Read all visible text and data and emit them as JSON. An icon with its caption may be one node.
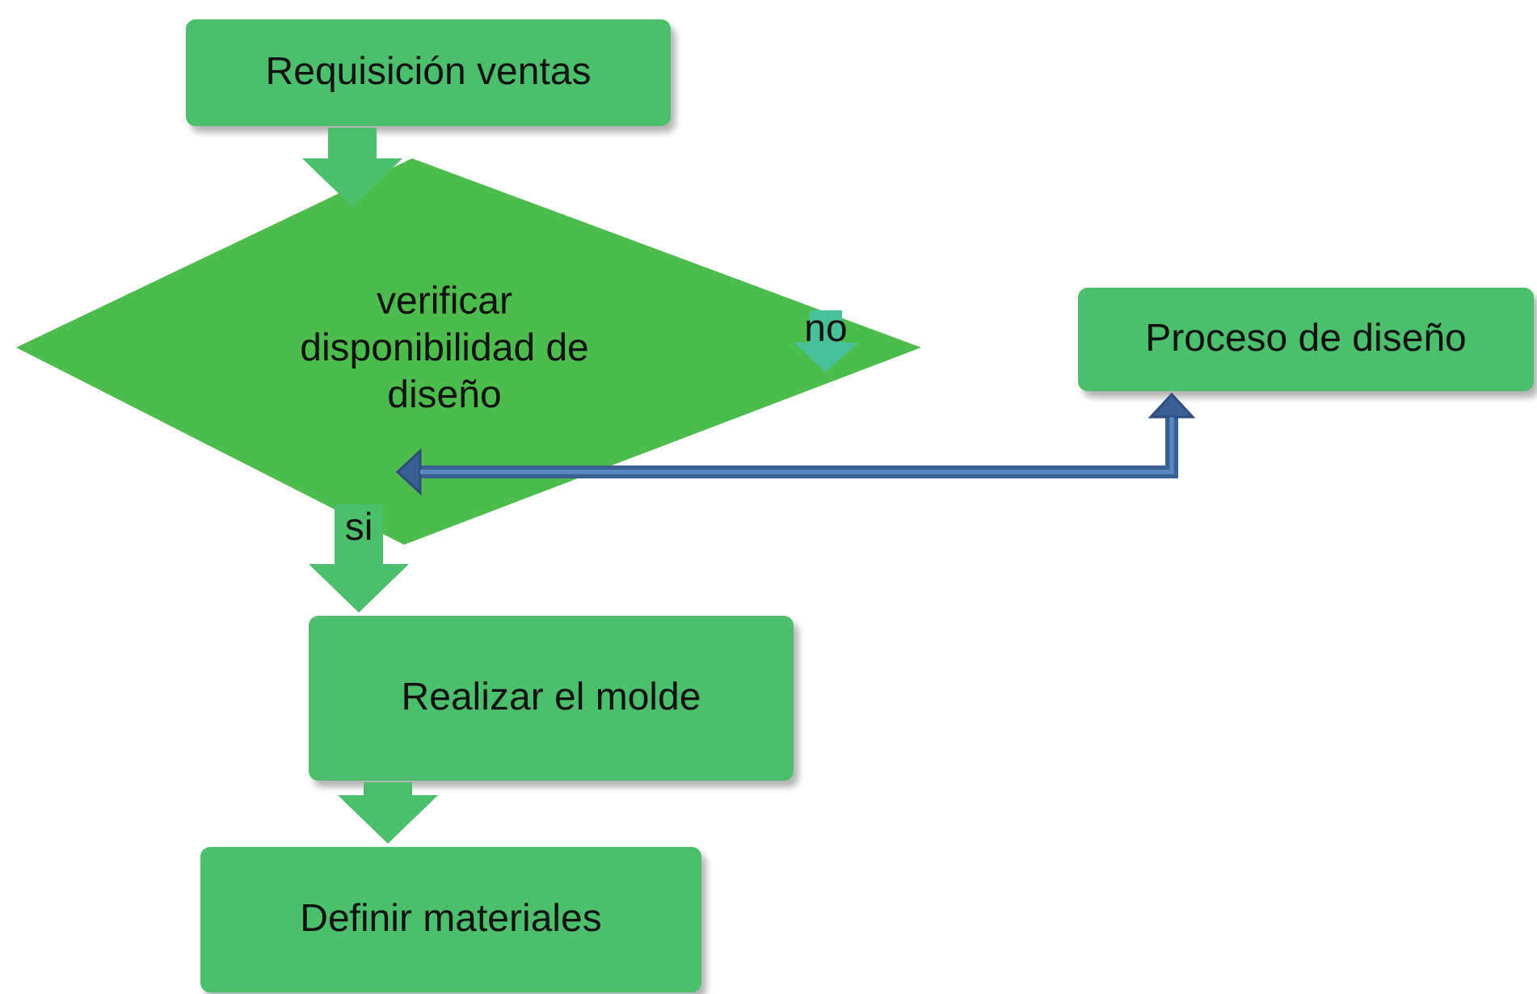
{
  "diagram": {
    "nodes": [
      {
        "text": [
          "Requisición ventas"
        ]
      },
      {
        "text": [
          "verificar disponibilidad de diseño"
        ]
      },
      {
        "text": [
          "Proceso de diseño"
        ]
      },
      {
        "text": [
          "Realizar el molde"
        ]
      },
      {
        "text": [
          "Definir materiales"
        ]
      }
    ],
    "edges": [
      {
        "from": 0,
        "to": 1,
        "arrow": "to"
      },
      {
        "from": 2,
        "to": 1,
        "arrow": "both",
        "color": "#3a5f95"
      },
      {
        "from": 1,
        "to": 3,
        "arrow": "to",
        "label": "si"
      },
      {
        "from": 3,
        "to": 4,
        "arrow": "to"
      }
    ],
    "labels": [
      "no"
    ]
  }
}
